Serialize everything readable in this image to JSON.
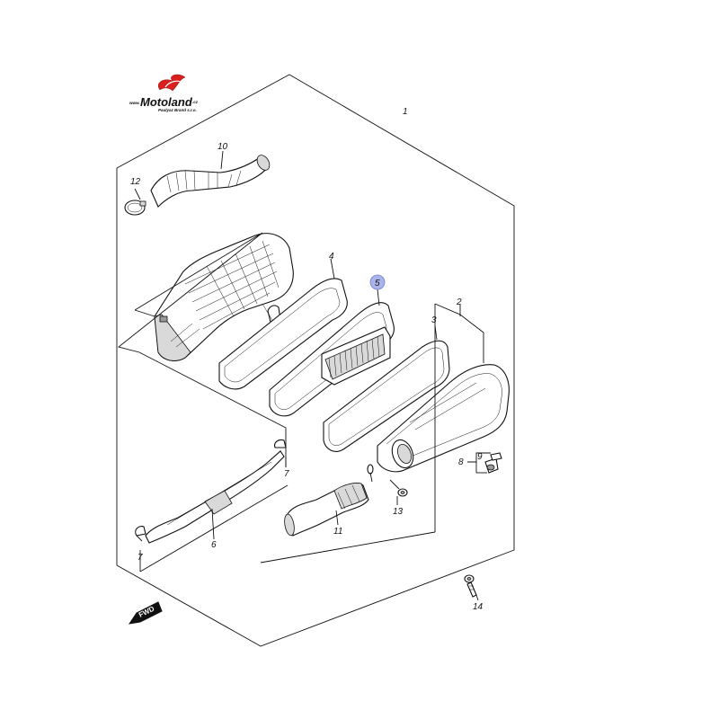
{
  "logo": {
    "brand": "Motoland",
    "suffix": ".cz",
    "prefix": "www.",
    "tagline": "Paulyaz Brand s.r.o."
  },
  "fwd_label": "FWD",
  "callouts": {
    "c1": "1",
    "c2": "2",
    "c3": "3",
    "c4": "4",
    "c5": "5",
    "c6": "6",
    "c7a": "7",
    "c7b": "7",
    "c8": "8",
    "c9": "9",
    "c10": "10",
    "c11": "11",
    "c12": "12",
    "c13": "13",
    "c14": "14"
  },
  "colors": {
    "highlight": "#aab4e8",
    "logo_red": "#d9201e",
    "ink": "#111111"
  }
}
